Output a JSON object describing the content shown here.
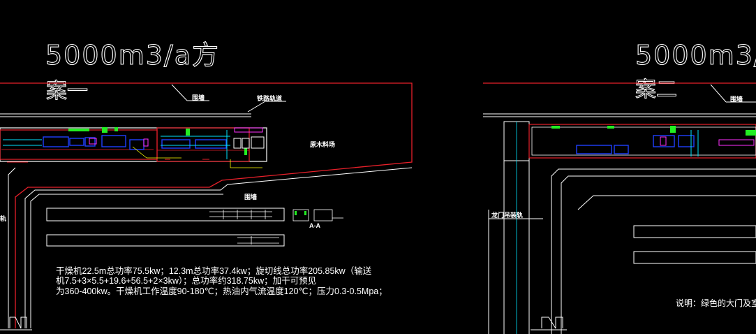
{
  "left_sheet": {
    "title": "5000m3/a方",
    "scheme": "案一",
    "labels": {
      "wall_top": "围墙",
      "rail": "铁路轨道",
      "log_yard": "原木料场",
      "wall_mid": "围墙",
      "section": "A-A",
      "left_edge": "轨"
    },
    "spec_lines": [
      "干燥机22.5m总功率75.5kw；12.3m总功率37.4kw；旋切线总功率205.85kw（输送",
      "机7.5+3×5.5+19.6+56.5+2×3kw）；总功率约318.75kw；加干可预见",
      "为360-400kw。干燥机工作温度90-180℃；热油内气流温度120℃；压力0.3-0.5Mpa；"
    ]
  },
  "right_sheet": {
    "title": "5000m3/",
    "scheme": "案二",
    "labels": {
      "wall_top": "围墙",
      "crane": "龙门吊装轨"
    },
    "note": "说明：绿色的大门及室"
  },
  "colors": {
    "background": "#000000",
    "wall": "#e8202a",
    "outline": "#ffffff",
    "equipment": "#2040ff",
    "conveyor": "#00e5ff",
    "door": "#22ee22",
    "annotation": "#ffff00"
  }
}
